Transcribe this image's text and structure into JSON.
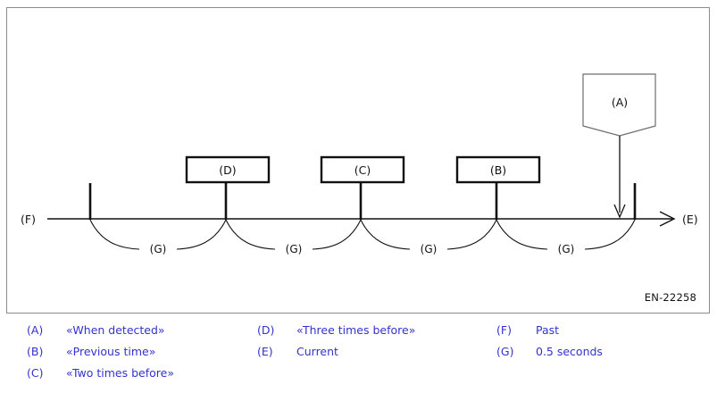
{
  "figure": {
    "code": "EN-22258",
    "timeline": {
      "past_label": "(F)",
      "current_label": "(E)",
      "event_boxes": [
        {
          "label": "(D)"
        },
        {
          "label": "(C)"
        },
        {
          "label": "(B)"
        }
      ],
      "banner_label": "(A)",
      "interval_label": "(G)",
      "intervals": [
        {
          "label": "(G)"
        },
        {
          "label": "(G)"
        },
        {
          "label": "(G)"
        },
        {
          "label": "(G)"
        }
      ]
    }
  },
  "legend": {
    "columns": [
      {
        "items": [
          {
            "key": "(A)",
            "text": "«When detected»"
          },
          {
            "key": "(B)",
            "text": "«Previous time»"
          },
          {
            "key": "(C)",
            "text": "«Two times before»"
          }
        ]
      },
      {
        "items": [
          {
            "key": "(D)",
            "text": "«Three times before»"
          },
          {
            "key": "(E)",
            "text": "Current"
          }
        ]
      },
      {
        "items": [
          {
            "key": "(F)",
            "text": "Past"
          },
          {
            "key": "(G)",
            "text": "0.5 seconds"
          }
        ]
      }
    ]
  },
  "colors": {
    "legend_text": "#3333CC",
    "diagram_line": "#111111",
    "frame_border": "#8C8C8C"
  }
}
